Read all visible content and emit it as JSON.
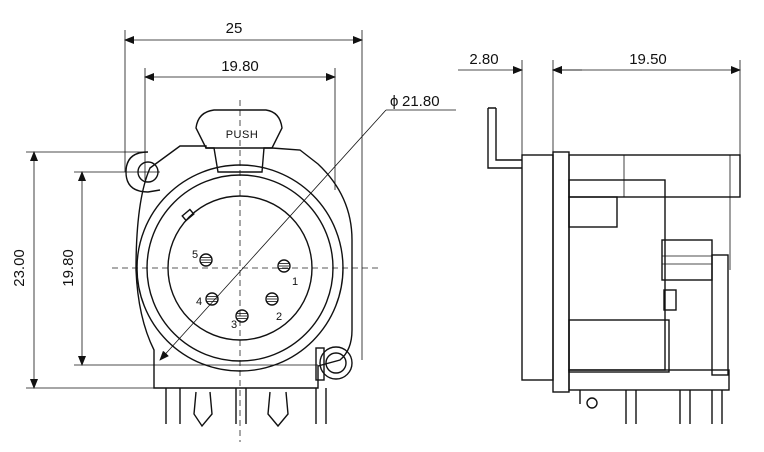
{
  "front_view": {
    "dim_overall_width": "25",
    "dim_inner_width": "19.80",
    "dim_diameter": "21.80",
    "dim_diameter_symbol": "ϕ",
    "dim_overall_height": "23.00",
    "dim_inner_height": "19.80",
    "push_label": "PUSH",
    "pins": [
      {
        "label": "1"
      },
      {
        "label": "2"
      },
      {
        "label": "3"
      },
      {
        "label": "4"
      },
      {
        "label": "5"
      }
    ]
  },
  "side_view": {
    "dim_flange": "2.80",
    "dim_depth": "19.50"
  }
}
